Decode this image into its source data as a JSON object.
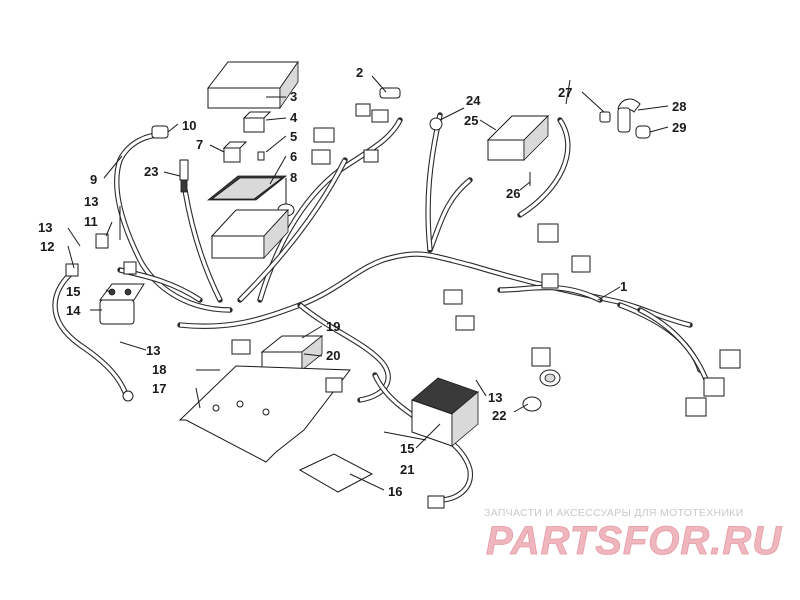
{
  "callouts": [
    {
      "id": "c1",
      "text": "1"
    },
    {
      "id": "c2",
      "text": "2"
    },
    {
      "id": "c3",
      "text": "3"
    },
    {
      "id": "c4",
      "text": "4"
    },
    {
      "id": "c5",
      "text": "5"
    },
    {
      "id": "c6",
      "text": "6"
    },
    {
      "id": "c7",
      "text": "7"
    },
    {
      "id": "c8",
      "text": "8"
    },
    {
      "id": "c9",
      "text": "9"
    },
    {
      "id": "c10",
      "text": "10"
    },
    {
      "id": "c11",
      "text": "11"
    },
    {
      "id": "c12",
      "text": "12"
    },
    {
      "id": "c13a",
      "text": "13"
    },
    {
      "id": "c13b",
      "text": "13"
    },
    {
      "id": "c13c",
      "text": "13"
    },
    {
      "id": "c13d",
      "text": "13"
    },
    {
      "id": "c14",
      "text": "14"
    },
    {
      "id": "c15a",
      "text": "15"
    },
    {
      "id": "c15b",
      "text": "15"
    },
    {
      "id": "c16",
      "text": "16"
    },
    {
      "id": "c17",
      "text": "17"
    },
    {
      "id": "c18",
      "text": "18"
    },
    {
      "id": "c19",
      "text": "19"
    },
    {
      "id": "c20",
      "text": "20"
    },
    {
      "id": "c21",
      "text": "21"
    },
    {
      "id": "c22",
      "text": "22"
    },
    {
      "id": "c23",
      "text": "23"
    },
    {
      "id": "c24",
      "text": "24"
    },
    {
      "id": "c25",
      "text": "25"
    },
    {
      "id": "c26",
      "text": "26"
    },
    {
      "id": "c27",
      "text": "27"
    },
    {
      "id": "c28",
      "text": "28"
    },
    {
      "id": "c29",
      "text": "29"
    }
  ],
  "watermark": {
    "tagline": "ЗАПЧАСТИ И АКСЕССУАРЫ ДЛЯ МОТОТЕХНИКИ",
    "logo": "PARTSFOR.RU"
  }
}
